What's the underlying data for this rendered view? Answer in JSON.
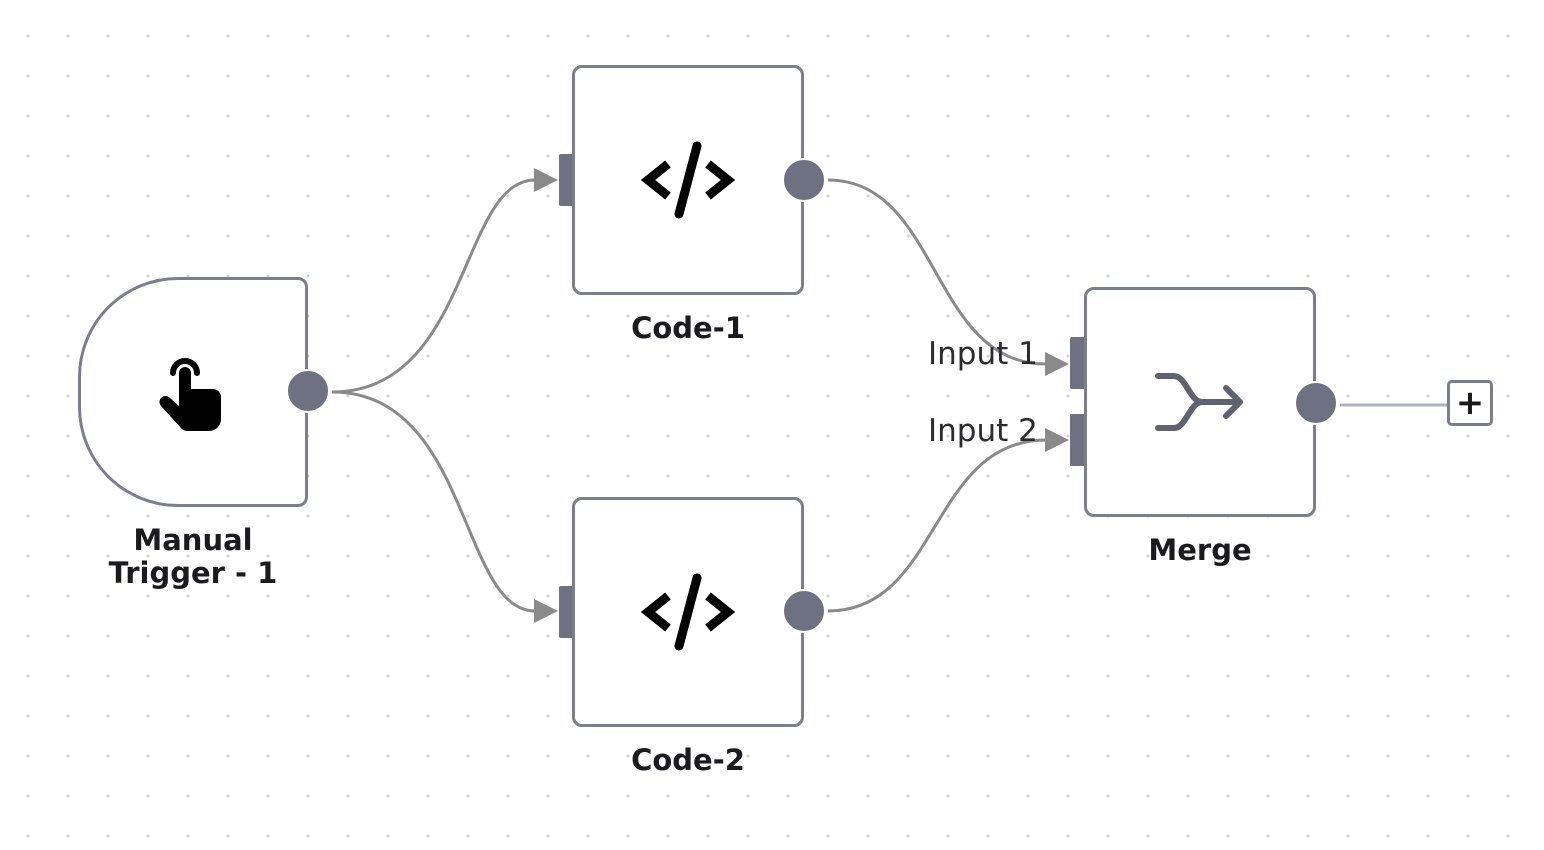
{
  "canvas": {
    "background": "#ffffff",
    "dot_color": "#cfd1d6",
    "edge_color": "#888888",
    "handle_color": "#6e7182",
    "node_border_color": "#7b7e8d"
  },
  "nodes": {
    "manual_trigger": {
      "label": "Manual\nTrigger - 1",
      "icon": "hand-pointer-icon"
    },
    "code_1": {
      "label": "Code-1",
      "icon": "code-icon"
    },
    "code_2": {
      "label": "Code-2",
      "icon": "code-icon"
    },
    "merge": {
      "label": "Merge",
      "icon": "merge-icon",
      "inputs": [
        "Input 1",
        "Input 2"
      ]
    }
  },
  "connections": [
    {
      "from": "Manual Trigger - 1",
      "to": "Code-1"
    },
    {
      "from": "Manual Trigger - 1",
      "to": "Code-2"
    },
    {
      "from": "Code-1",
      "to": "Merge",
      "input": "Input 1"
    },
    {
      "from": "Code-2",
      "to": "Merge",
      "input": "Input 2"
    }
  ],
  "add_node_button": {
    "label": "+"
  }
}
